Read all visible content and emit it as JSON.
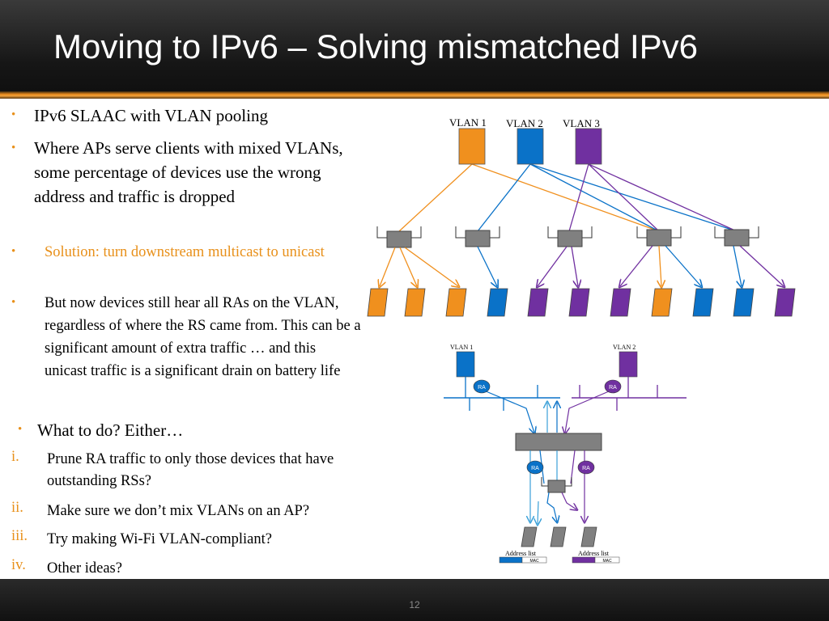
{
  "slide": {
    "title": "Moving to IPv6 – Solving mismatched IPv6",
    "page_number": "12"
  },
  "content": {
    "bullet1": "IPv6 SLAAC with VLAN pooling",
    "bullet2": "Where APs serve clients with mixed VLANs, some percentage of devices use the wrong address and traffic is dropped",
    "sub1": "Solution:  turn downstream multicast to unicast",
    "sub2": "But now devices still hear all RAs on the VLAN, regardless of where the RS came from.  This can be a significant amount of extra traffic … and this unicast traffic is a significant drain on battery life",
    "bullet3": "What to do? Either…",
    "options": [
      {
        "numeral": "i.",
        "text": "Prune RA traffic to only those devices that have outstanding RSs?"
      },
      {
        "numeral": "ii.",
        "text": "Make sure we don’t mix VLANs on an AP?"
      },
      {
        "numeral": "iii.",
        "text": "Try making Wi-Fi VLAN-compliant?"
      },
      {
        "numeral": "iv.",
        "text": "Other ideas?"
      }
    ]
  },
  "diagram_top": {
    "vlan_labels": [
      "VLAN 1",
      "VLAN 2",
      "VLAN 3"
    ]
  },
  "diagram_bottom": {
    "vlan1_label": "VLAN 1",
    "vlan2_label": "VLAN 2",
    "ra_label": "RA",
    "address_list_label": "Address list",
    "mac_label": "MAC"
  },
  "colors": {
    "orange": "#f0901e",
    "blue": "#0a72c8",
    "purple": "#7030a0",
    "gray": "#808080",
    "accent_text": "#e8901a"
  }
}
